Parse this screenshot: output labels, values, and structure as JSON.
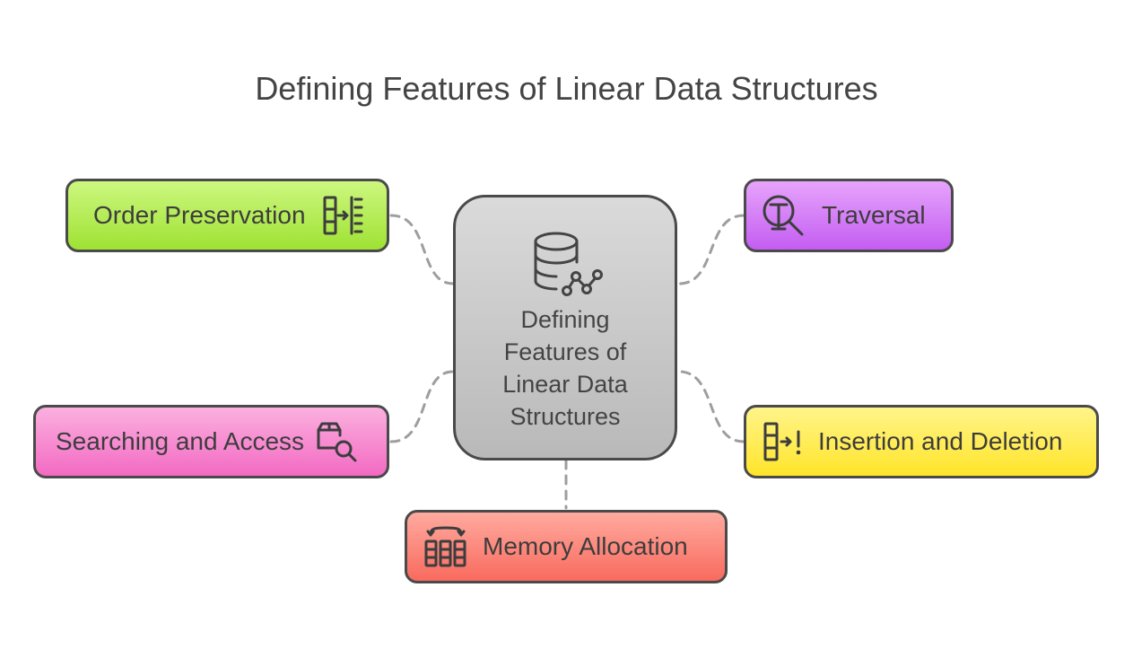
{
  "title": "Defining Features of Linear Data Structures",
  "center": {
    "label": "Defining\nFeatures of\nLinear Data\nStructures",
    "icon": "database-graph-icon"
  },
  "nodes": {
    "order": {
      "label": "Order Preservation",
      "icon": "ordered-list-icon"
    },
    "traversal": {
      "label": "Traversal",
      "icon": "traversal-search-icon"
    },
    "search": {
      "label": "Searching and Access",
      "icon": "folder-search-icon"
    },
    "insert": {
      "label": "Insertion and Deletion",
      "icon": "insert-delete-icon"
    },
    "memory": {
      "label": "Memory Allocation",
      "icon": "memory-blocks-icon"
    }
  },
  "colors": {
    "order": "#a8e63f",
    "traversal": "#cf6ff5",
    "search": "#f47ccb",
    "insert": "#ffe83a",
    "memory": "#fb776b",
    "center": "#c6c6c6",
    "outline": "#4a4a4a",
    "connector": "#9e9e9e"
  }
}
